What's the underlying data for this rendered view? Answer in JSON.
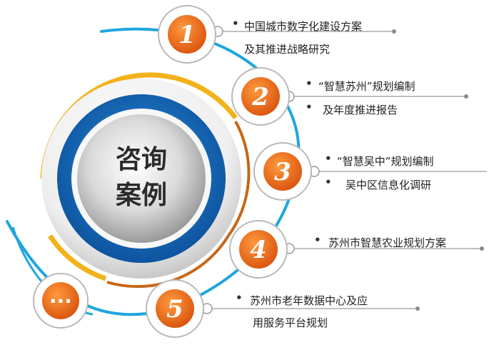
{
  "center": {
    "line1": "咨询",
    "line2": "案例"
  },
  "items": [
    {
      "number": "1",
      "line1": "中国城市数字化建设方案",
      "line2": "及其推进战略研究"
    },
    {
      "number": "2",
      "line1": "“智慧苏州”规划编制",
      "line2": "及年度推进报告"
    },
    {
      "number": "3",
      "line1": "“智慧吴中”规划编制",
      "line2": "吴中区信息化调研"
    },
    {
      "number": "4",
      "line1": "苏州市智慧农业规划方案",
      "line2": ""
    },
    {
      "number": "5",
      "line1": "苏州市老年数据中心及应",
      "line2": "用服务平台规划"
    }
  ],
  "more": {
    "label": "···"
  },
  "colors": {
    "accent_orange": "#e8651a",
    "arc_blue": "#1fa6dc",
    "ring_gold": "#f2b21a",
    "ring_blue": "#1366b8"
  }
}
